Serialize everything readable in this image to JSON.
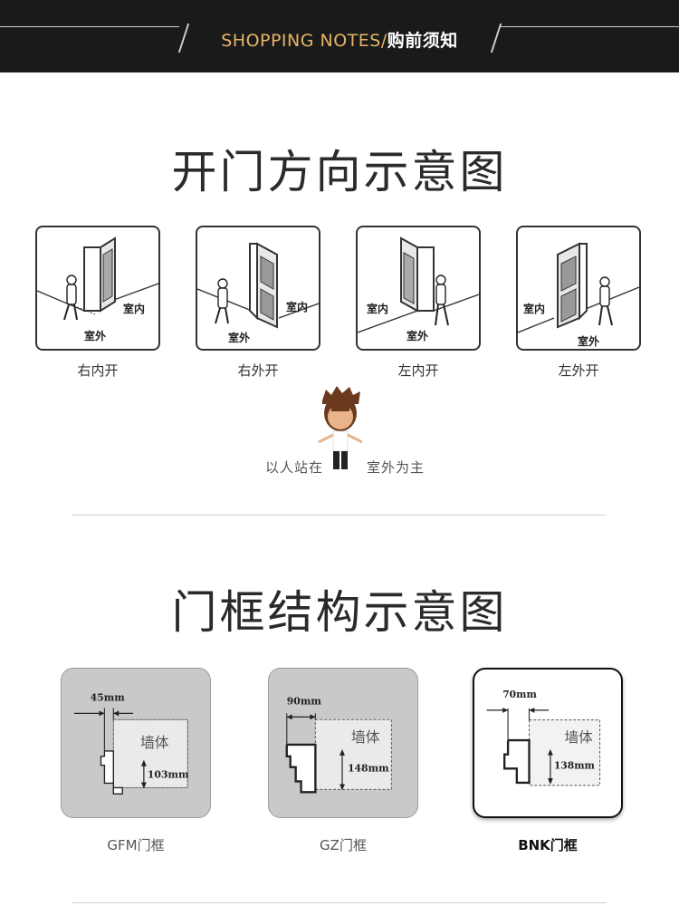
{
  "header": {
    "title_en": "SHOPPING NOTES/",
    "title_zh": "购前须知"
  },
  "door_section": {
    "title": "开门方向示意图",
    "cards": [
      {
        "label": "右内开",
        "inside": "室内",
        "outside": "室外"
      },
      {
        "label": "右外开",
        "inside": "室内",
        "outside": "室外"
      },
      {
        "label": "左内开",
        "inside": "室内",
        "outside": "室外"
      },
      {
        "label": "左外开",
        "inside": "室内",
        "outside": "室外"
      }
    ],
    "note_left": "以人站在",
    "note_right": "室外为主"
  },
  "frame_section": {
    "title": "门框结构示意图",
    "cards": [
      {
        "label": "GFM门框",
        "width_dim": "45mm",
        "depth_dim": "103mm",
        "wall": "墙体"
      },
      {
        "label": "GZ门框",
        "width_dim": "90mm",
        "depth_dim": "148mm",
        "wall": "墙体"
      },
      {
        "label": "BNK门框",
        "width_dim": "70mm",
        "depth_dim": "138mm",
        "wall": "墙体"
      }
    ]
  },
  "colors": {
    "header_bg": "#1a1a1a",
    "accent": "#e6b566"
  }
}
